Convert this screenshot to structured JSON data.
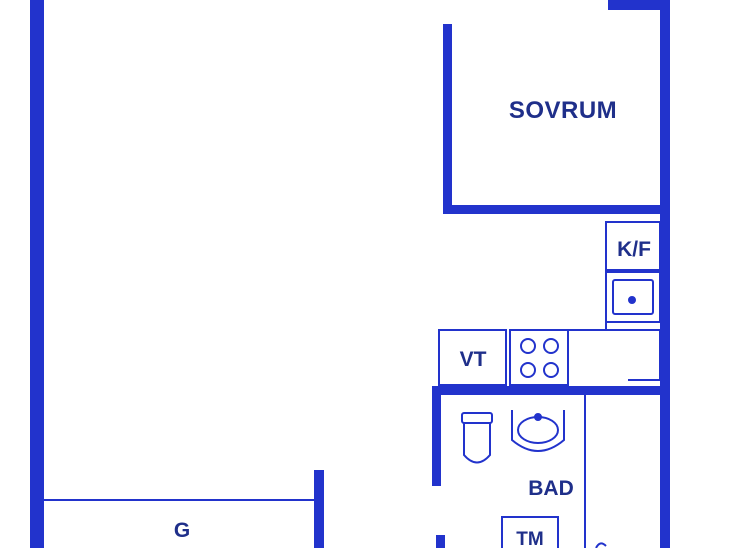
{
  "colors": {
    "wall": "#2233cc",
    "fixture_stroke": "#2233cc",
    "label": "#1f2f8a",
    "background": "#ffffff"
  },
  "rooms": {
    "bedroom": "SOVRUM",
    "fridge": "K/F",
    "laundry": "VT",
    "bathroom": "BAD",
    "dryer": "TM",
    "garderobe": "G"
  }
}
